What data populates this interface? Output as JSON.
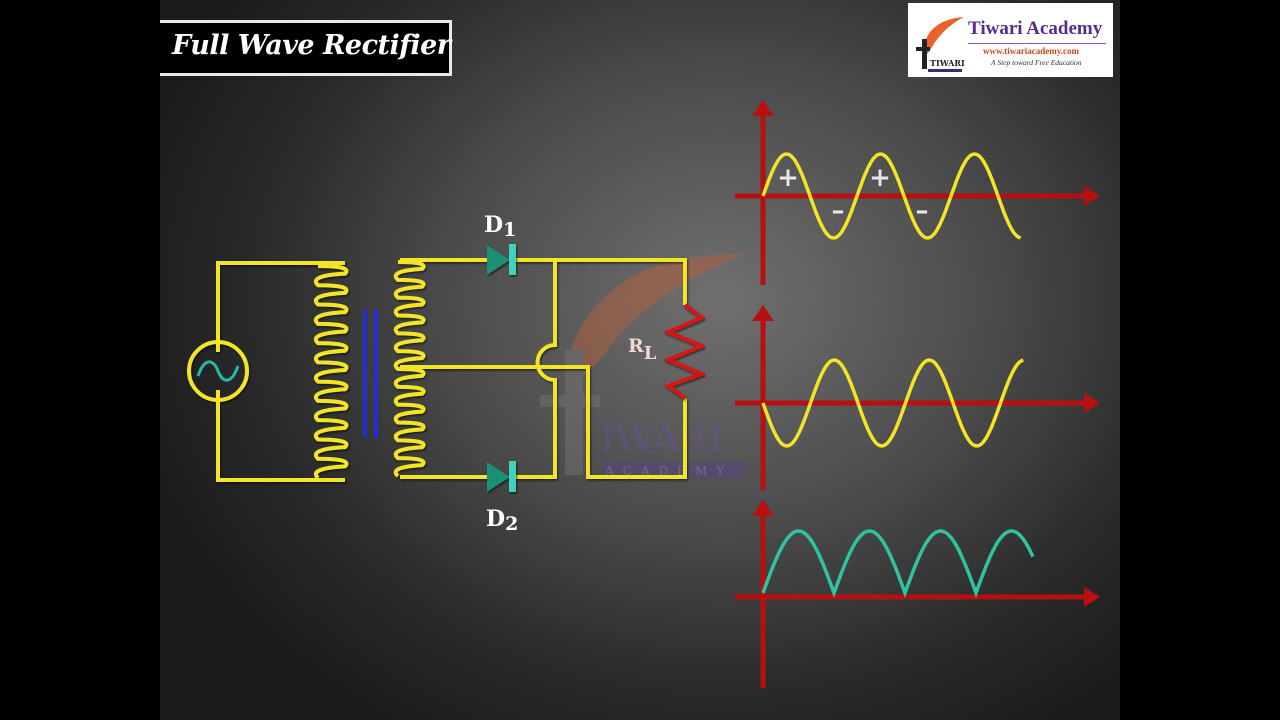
{
  "slide": {
    "title": "Full Wave Rectifier"
  },
  "logo": {
    "name": "Tiwari Academy",
    "url": "www.tiwariacademy.com",
    "tagline": "A Step toward Free Education",
    "mark_word": "TIWARI",
    "mark_sub": "ACADEMY"
  },
  "watermark": {
    "word": "IWARI",
    "sub": "ACADEMY"
  },
  "circuit": {
    "diode1_label": "D",
    "diode1_sub": "1",
    "diode2_label": "D",
    "diode2_sub": "2",
    "load_label": "R",
    "load_sub": "L",
    "source_symbol": "~"
  },
  "colors": {
    "wire": "#f2e526",
    "axis": "#b80f0f",
    "core": "#2b2bd6",
    "diode": "#1e8f74",
    "resistor": "#d41818",
    "output_wave": "#2ec4a0",
    "source_wave": "#27b8a6"
  },
  "chart_data": [
    {
      "type": "line",
      "title": "AC input",
      "waveform": "sine",
      "cycles": 3,
      "phase": "starts positive",
      "annotations": [
        "+",
        "-",
        "+",
        "-"
      ],
      "x": [
        0,
        0.25,
        0.5,
        0.75,
        1.0,
        1.25,
        1.5,
        1.75,
        2.0,
        2.25,
        2.5,
        2.75
      ],
      "y": [
        0,
        1,
        0,
        -1,
        0,
        1,
        0,
        -1,
        0,
        1,
        0,
        -0.9
      ]
    },
    {
      "type": "line",
      "title": "Inverted AC (second half of secondary)",
      "waveform": "sine",
      "cycles": 3,
      "phase": "starts negative",
      "x": [
        0,
        0.25,
        0.5,
        0.75,
        1.0,
        1.25,
        1.5,
        1.75,
        2.0,
        2.25,
        2.5,
        2.75
      ],
      "y": [
        0,
        -1,
        0,
        1,
        0,
        -1,
        0,
        1,
        0,
        -1,
        0,
        0.9
      ]
    },
    {
      "type": "line",
      "title": "Rectified output across RL",
      "waveform": "full-wave rectified",
      "humps": 4,
      "x": [
        0,
        0.5,
        1.0,
        1.5,
        2.0,
        2.5,
        3.0,
        3.5,
        3.8
      ],
      "y": [
        0,
        1,
        0,
        1,
        0,
        1,
        0,
        1,
        0.5
      ]
    }
  ]
}
